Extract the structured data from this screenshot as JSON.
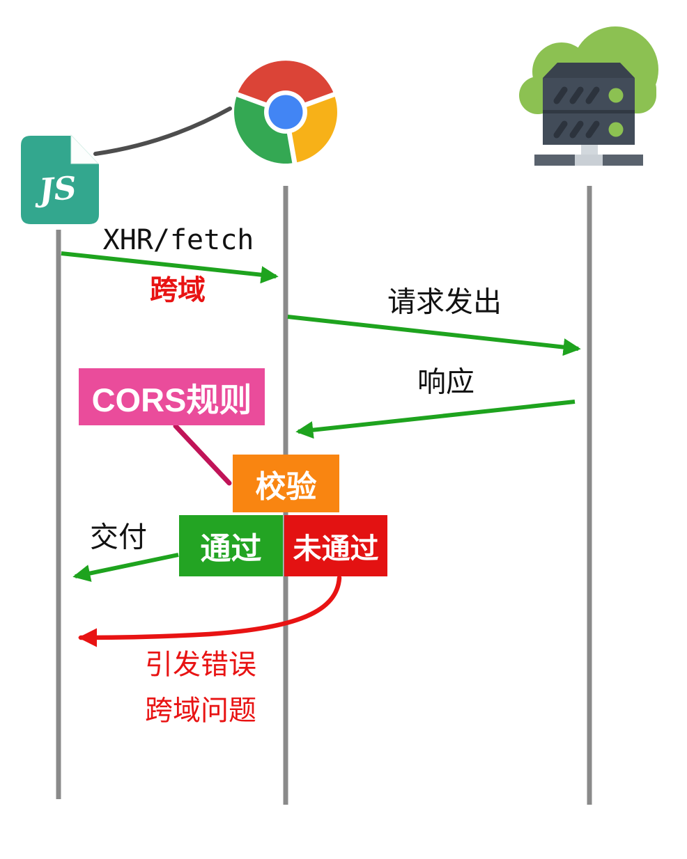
{
  "diagram_type": "sequence-diagram",
  "topic": "CORS cross-origin request flow",
  "actors": {
    "js": {
      "label": "JS",
      "icon": "js-file-icon"
    },
    "browser": {
      "icon": "chrome-icon"
    },
    "server": {
      "icon": "cloud-server-icon"
    }
  },
  "labels": {
    "xhr_fetch": "XHR/fetch",
    "cross_origin": "跨域",
    "request_sent": "请求发出",
    "response": "响应",
    "cors_rule": "CORS规则",
    "check": "校验",
    "pass": "通过",
    "fail": "未通过",
    "deliver": "交付",
    "raise_error": "引发错误",
    "cross_origin_problem": "跨域问题"
  },
  "colors": {
    "arrow_green": "#1ea31e",
    "error_red": "#e81313",
    "box_pink": "#ea4c9b",
    "box_orange": "#f98511",
    "box_green": "#23a423",
    "box_red": "#e31212",
    "connector_magenta": "#c01458",
    "lifeline_gray": "#8a8a8a",
    "js_icon_teal": "#33a78e",
    "cloud_green": "#8cc152",
    "server_dark": "#424c59",
    "chrome_red": "#db4437",
    "chrome_yellow": "#f7b118",
    "chrome_green": "#34a853",
    "chrome_blue": "#4285f4"
  }
}
